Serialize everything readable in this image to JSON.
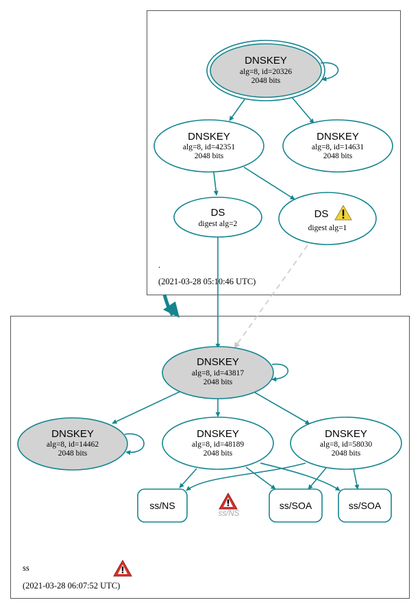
{
  "colors": {
    "edge": "#15858f",
    "box_border": "#555555",
    "ksk_fill": "#d3d3d3",
    "dashed_edge": "#c9c9c9",
    "warning_yellow": "#f0d33b",
    "error_red": "#d8312e"
  },
  "root_zone": {
    "name": ".",
    "timestamp": "(2021-03-28 05:10:46 UTC)",
    "dnskeys": [
      {
        "title": "DNSKEY",
        "line1": "alg=8, id=20326",
        "line2": "2048 bits"
      },
      {
        "title": "DNSKEY",
        "line1": "alg=8, id=42351",
        "line2": "2048 bits"
      },
      {
        "title": "DNSKEY",
        "line1": "alg=8, id=14631",
        "line2": "2048 bits"
      }
    ],
    "ds": [
      {
        "title": "DS",
        "line1": "digest alg=2",
        "icon": "warning-icon-none"
      },
      {
        "title": "DS",
        "line1": "digest alg=1",
        "icon": "warning-icon"
      }
    ]
  },
  "ss_zone": {
    "name": "ss",
    "timestamp": "(2021-03-28 06:07:52 UTC)",
    "icon": "error-icon",
    "dnskeys": [
      {
        "title": "DNSKEY",
        "line1": "alg=8, id=43817",
        "line2": "2048 bits"
      },
      {
        "title": "DNSKEY",
        "line1": "alg=8, id=14462",
        "line2": "2048 bits"
      },
      {
        "title": "DNSKEY",
        "line1": "alg=8, id=48189",
        "line2": "2048 bits"
      },
      {
        "title": "DNSKEY",
        "line1": "alg=8, id=58030",
        "line2": "2048 bits"
      }
    ],
    "rrsets": [
      {
        "label": "ss/NS"
      },
      {
        "label": "ss/SOA"
      },
      {
        "label": "ss/SOA"
      }
    ],
    "ghost_rrset": {
      "label": "ss/NS",
      "icon": "error-icon"
    }
  }
}
